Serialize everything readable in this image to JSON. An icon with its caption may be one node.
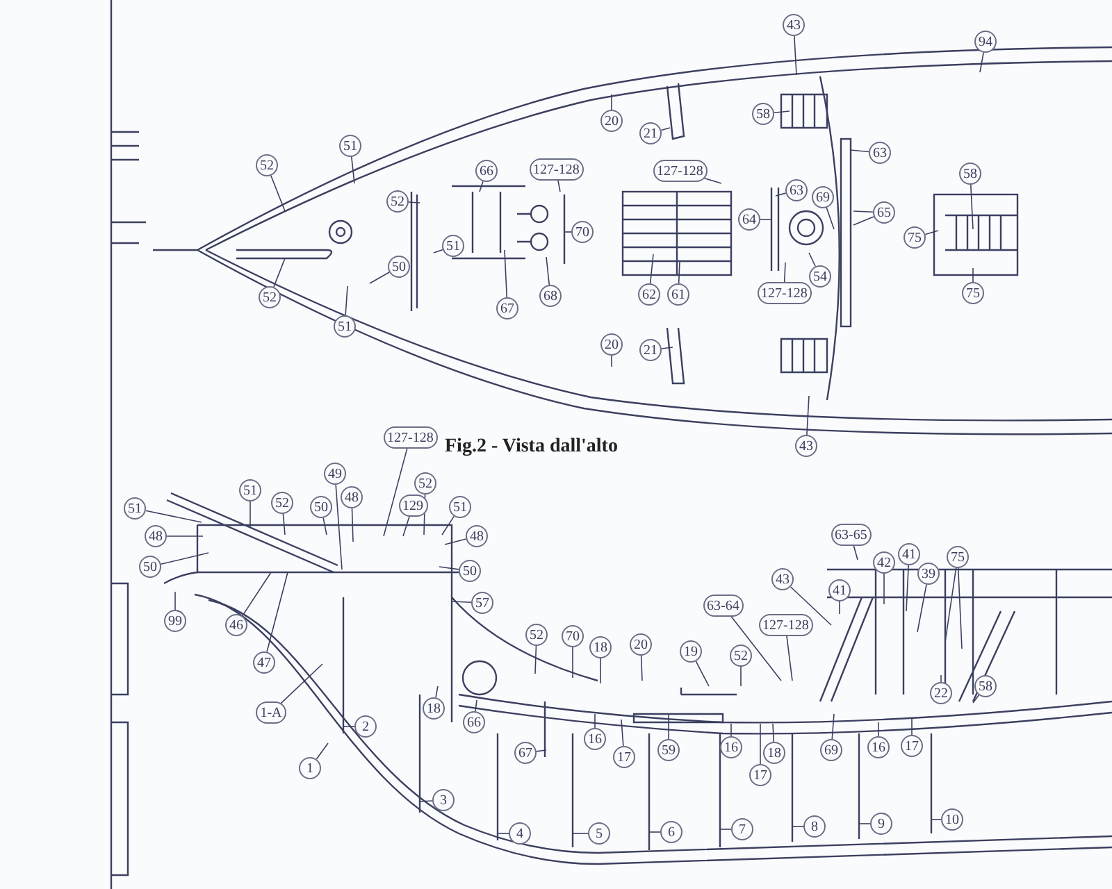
{
  "diagram": {
    "caption": "Fig.2 - Vista dall'alto",
    "nodes": [
      {
        "text": [
          "52"
        ]
      },
      {
        "text": [
          "51"
        ]
      },
      {
        "text": [
          "66"
        ]
      },
      {
        "text": [
          "127-128"
        ]
      },
      {
        "text": [
          "52"
        ]
      },
      {
        "text": [
          "70"
        ]
      },
      {
        "text": [
          "51"
        ]
      },
      {
        "text": [
          "50"
        ]
      },
      {
        "text": [
          "52"
        ]
      },
      {
        "text": [
          "51"
        ]
      },
      {
        "text": [
          "67"
        ]
      },
      {
        "text": [
          "68"
        ]
      },
      {
        "text": [
          "20"
        ]
      },
      {
        "text": [
          "21"
        ]
      },
      {
        "text": [
          "20"
        ]
      },
      {
        "text": [
          "21"
        ]
      },
      {
        "text": [
          "43"
        ]
      },
      {
        "text": [
          "94"
        ]
      },
      {
        "text": [
          "58"
        ]
      },
      {
        "text": [
          "63"
        ]
      },
      {
        "text": [
          "127-128"
        ]
      },
      {
        "text": [
          "63"
        ]
      },
      {
        "text": [
          "69"
        ]
      },
      {
        "text": [
          "65"
        ]
      },
      {
        "text": [
          "64"
        ]
      },
      {
        "text": [
          "58"
        ]
      },
      {
        "text": [
          "75"
        ]
      },
      {
        "text": [
          "62"
        ]
      },
      {
        "text": [
          "61"
        ]
      },
      {
        "text": [
          "54"
        ]
      },
      {
        "text": [
          "127-128"
        ]
      },
      {
        "text": [
          "75"
        ]
      },
      {
        "text": [
          "43"
        ]
      },
      {
        "text": [
          "127-128"
        ]
      },
      {
        "text": [
          "49"
        ]
      },
      {
        "text": [
          "51"
        ]
      },
      {
        "text": [
          "52"
        ]
      },
      {
        "text": [
          "50"
        ]
      },
      {
        "text": [
          "48"
        ]
      },
      {
        "text": [
          "129"
        ]
      },
      {
        "text": [
          "52"
        ]
      },
      {
        "text": [
          "51"
        ]
      },
      {
        "text": [
          "51"
        ]
      },
      {
        "text": [
          "48"
        ]
      },
      {
        "text": [
          "48"
        ]
      },
      {
        "text": [
          "50"
        ]
      },
      {
        "text": [
          "50"
        ]
      },
      {
        "text": [
          "57"
        ]
      },
      {
        "text": [
          "99"
        ]
      },
      {
        "text": [
          "46"
        ]
      },
      {
        "text": [
          "47"
        ]
      },
      {
        "text": [
          "63-65"
        ]
      },
      {
        "text": [
          "42"
        ]
      },
      {
        "text": [
          "41"
        ]
      },
      {
        "text": [
          "39"
        ]
      },
      {
        "text": [
          "75"
        ]
      },
      {
        "text": [
          "43"
        ]
      },
      {
        "text": [
          "41"
        ]
      },
      {
        "text": [
          "63-64"
        ]
      },
      {
        "text": [
          "127-128"
        ]
      },
      {
        "text": [
          "52"
        ]
      },
      {
        "text": [
          "70"
        ]
      },
      {
        "text": [
          "18"
        ]
      },
      {
        "text": [
          "20"
        ]
      },
      {
        "text": [
          "19"
        ]
      },
      {
        "text": [
          "52"
        ]
      },
      {
        "text": [
          "22"
        ]
      },
      {
        "text": [
          "58"
        ]
      },
      {
        "text": [
          "1-A"
        ]
      },
      {
        "text": [
          "18"
        ]
      },
      {
        "text": [
          "66"
        ]
      },
      {
        "text": [
          "2"
        ]
      },
      {
        "text": [
          "16"
        ]
      },
      {
        "text": [
          "17"
        ]
      },
      {
        "text": [
          "59"
        ]
      },
      {
        "text": [
          "16"
        ]
      },
      {
        "text": [
          "69"
        ]
      },
      {
        "text": [
          "16"
        ]
      },
      {
        "text": [
          "17"
        ]
      },
      {
        "text": [
          "67"
        ]
      },
      {
        "text": [
          "1"
        ]
      },
      {
        "text": [
          "18"
        ]
      },
      {
        "text": [
          "17"
        ]
      },
      {
        "text": [
          "3"
        ]
      },
      {
        "text": [
          "4"
        ]
      },
      {
        "text": [
          "5"
        ]
      },
      {
        "text": [
          "6"
        ]
      },
      {
        "text": [
          "7"
        ]
      },
      {
        "text": [
          "8"
        ]
      },
      {
        "text": [
          "9"
        ]
      },
      {
        "text": [
          "10"
        ]
      }
    ],
    "edges": [
      {
        "from": 0,
        "to": null,
        "arrow": "none"
      },
      {
        "from": 1,
        "to": null,
        "arrow": "none"
      },
      {
        "from": 2,
        "to": null,
        "arrow": "none"
      },
      {
        "from": 3,
        "to": null,
        "arrow": "none"
      },
      {
        "from": 4,
        "to": null,
        "arrow": "none"
      },
      {
        "from": 5,
        "to": null,
        "arrow": "none"
      },
      {
        "from": 6,
        "to": null,
        "arrow": "none"
      },
      {
        "from": 7,
        "to": null,
        "arrow": "none"
      },
      {
        "from": 8,
        "to": null,
        "arrow": "none"
      },
      {
        "from": 9,
        "to": null,
        "arrow": "none"
      },
      {
        "from": 10,
        "to": null,
        "arrow": "none"
      },
      {
        "from": 11,
        "to": null,
        "arrow": "none"
      },
      {
        "from": 12,
        "to": null,
        "arrow": "none"
      },
      {
        "from": 13,
        "to": null,
        "arrow": "none"
      },
      {
        "from": 14,
        "to": null,
        "arrow": "none"
      },
      {
        "from": 15,
        "to": null,
        "arrow": "none"
      },
      {
        "from": 16,
        "to": null,
        "arrow": "none"
      },
      {
        "from": 17,
        "to": null,
        "arrow": "none"
      },
      {
        "from": 18,
        "to": null,
        "arrow": "none"
      },
      {
        "from": 19,
        "to": null,
        "arrow": "none"
      },
      {
        "from": 20,
        "to": null,
        "arrow": "none"
      },
      {
        "from": 21,
        "to": null,
        "arrow": "none"
      },
      {
        "from": 22,
        "to": null,
        "arrow": "none"
      },
      {
        "from": 23,
        "to": null,
        "arrow": "none"
      },
      {
        "from": 24,
        "to": null,
        "arrow": "none"
      },
      {
        "from": 25,
        "to": null,
        "arrow": "none"
      },
      {
        "from": 26,
        "to": null,
        "arrow": "none"
      },
      {
        "from": 27,
        "to": null,
        "arrow": "none"
      },
      {
        "from": 28,
        "to": null,
        "arrow": "none"
      },
      {
        "from": 29,
        "to": null,
        "arrow": "none"
      },
      {
        "from": 30,
        "to": null,
        "arrow": "none"
      },
      {
        "from": 31,
        "to": null,
        "arrow": "none"
      },
      {
        "from": 32,
        "to": null,
        "arrow": "none"
      },
      {
        "from": 33,
        "to": null,
        "arrow": "none"
      },
      {
        "from": 34,
        "to": null,
        "arrow": "none"
      },
      {
        "from": 35,
        "to": null,
        "arrow": "none"
      },
      {
        "from": 36,
        "to": null,
        "arrow": "none"
      },
      {
        "from": 37,
        "to": null,
        "arrow": "none"
      },
      {
        "from": 38,
        "to": null,
        "arrow": "none"
      },
      {
        "from": 39,
        "to": null,
        "arrow": "none"
      },
      {
        "from": 40,
        "to": null,
        "arrow": "none"
      },
      {
        "from": 41,
        "to": null,
        "arrow": "none"
      },
      {
        "from": 42,
        "to": null,
        "arrow": "none"
      },
      {
        "from": 43,
        "to": null,
        "arrow": "none"
      },
      {
        "from": 44,
        "to": null,
        "arrow": "none"
      },
      {
        "from": 45,
        "to": null,
        "arrow": "none"
      },
      {
        "from": 46,
        "to": null,
        "arrow": "none"
      },
      {
        "from": 47,
        "to": null,
        "arrow": "none"
      },
      {
        "from": 48,
        "to": null,
        "arrow": "none"
      },
      {
        "from": 49,
        "to": null,
        "arrow": "none"
      },
      {
        "from": 50,
        "to": null,
        "arrow": "none"
      },
      {
        "from": 51,
        "to": null,
        "arrow": "none"
      },
      {
        "from": 52,
        "to": null,
        "arrow": "none"
      },
      {
        "from": 53,
        "to": null,
        "arrow": "none"
      },
      {
        "from": 54,
        "to": null,
        "arrow": "none"
      },
      {
        "from": 55,
        "to": null,
        "arrow": "none"
      },
      {
        "from": 56,
        "to": null,
        "arrow": "none"
      },
      {
        "from": 57,
        "to": null,
        "arrow": "none"
      },
      {
        "from": 58,
        "to": null,
        "arrow": "none"
      },
      {
        "from": 59,
        "to": null,
        "arrow": "none"
      },
      {
        "from": 60,
        "to": null,
        "arrow": "none"
      },
      {
        "from": 61,
        "to": null,
        "arrow": "none"
      },
      {
        "from": 62,
        "to": null,
        "arrow": "none"
      },
      {
        "from": 63,
        "to": null,
        "arrow": "none"
      },
      {
        "from": 64,
        "to": null,
        "arrow": "none"
      },
      {
        "from": 65,
        "to": null,
        "arrow": "none"
      },
      {
        "from": 66,
        "to": null,
        "arrow": "none"
      },
      {
        "from": 67,
        "to": null,
        "arrow": "none"
      },
      {
        "from": 68,
        "to": null,
        "arrow": "none"
      },
      {
        "from": 69,
        "to": null,
        "arrow": "none"
      },
      {
        "from": 70,
        "to": null,
        "arrow": "none"
      },
      {
        "from": 71,
        "to": null,
        "arrow": "none"
      },
      {
        "from": 72,
        "to": null,
        "arrow": "none"
      },
      {
        "from": 73,
        "to": null,
        "arrow": "none"
      },
      {
        "from": 74,
        "to": null,
        "arrow": "none"
      },
      {
        "from": 75,
        "to": null,
        "arrow": "none"
      },
      {
        "from": 76,
        "to": null,
        "arrow": "none"
      },
      {
        "from": 77,
        "to": null,
        "arrow": "none"
      },
      {
        "from": 78,
        "to": null,
        "arrow": "none"
      },
      {
        "from": 79,
        "to": null,
        "arrow": "none"
      },
      {
        "from": 80,
        "to": null,
        "arrow": "none"
      },
      {
        "from": 81,
        "to": null,
        "arrow": "none"
      },
      {
        "from": 82,
        "to": null,
        "arrow": "none"
      },
      {
        "from": 83,
        "to": null,
        "arrow": "none"
      },
      {
        "from": 84,
        "to": null,
        "arrow": "none"
      },
      {
        "from": 85,
        "to": null,
        "arrow": "none"
      },
      {
        "from": 86,
        "to": null,
        "arrow": "none"
      },
      {
        "from": 87,
        "to": null,
        "arrow": "none"
      },
      {
        "from": 88,
        "to": null,
        "arrow": "none"
      },
      {
        "from": 89,
        "to": null,
        "arrow": "none"
      },
      {
        "from": 90,
        "to": null,
        "arrow": "none"
      },
      {
        "from": 23,
        "to": null,
        "arrow": "none"
      },
      {
        "from": 55,
        "to": null,
        "arrow": "none"
      }
    ]
  }
}
